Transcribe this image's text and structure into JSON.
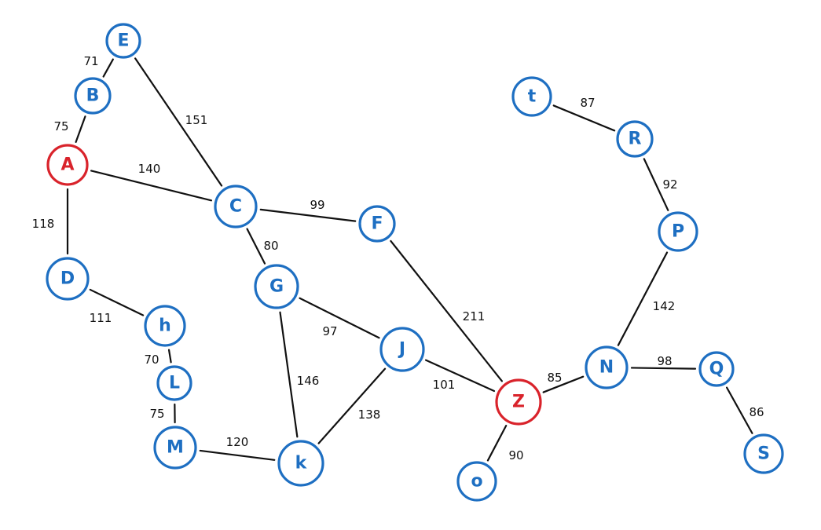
{
  "colors": {
    "default_node": "#1e6fc2",
    "highlight_node": "#d9232b",
    "edge": "#111111",
    "weight_text": "#111111"
  },
  "graph": {
    "nodes": [
      {
        "id": "E",
        "label": "E",
        "highlight": false
      },
      {
        "id": "B",
        "label": "B",
        "highlight": false
      },
      {
        "id": "A",
        "label": "A",
        "highlight": true
      },
      {
        "id": "D",
        "label": "D",
        "highlight": false
      },
      {
        "id": "C",
        "label": "C",
        "highlight": false
      },
      {
        "id": "F",
        "label": "F",
        "highlight": false
      },
      {
        "id": "G",
        "label": "G",
        "highlight": false
      },
      {
        "id": "H",
        "label": "h",
        "highlight": false
      },
      {
        "id": "L",
        "label": "L",
        "highlight": false
      },
      {
        "id": "M",
        "label": "M",
        "highlight": false
      },
      {
        "id": "K",
        "label": "k",
        "highlight": false
      },
      {
        "id": "J",
        "label": "J",
        "highlight": false
      },
      {
        "id": "Z",
        "label": "Z",
        "highlight": true
      },
      {
        "id": "O",
        "label": "o",
        "highlight": false
      },
      {
        "id": "N",
        "label": "N",
        "highlight": false
      },
      {
        "id": "Q",
        "label": "Q",
        "highlight": false
      },
      {
        "id": "S",
        "label": "S",
        "highlight": false
      },
      {
        "id": "P",
        "label": "P",
        "highlight": false
      },
      {
        "id": "R",
        "label": "R",
        "highlight": false
      },
      {
        "id": "T",
        "label": "t",
        "highlight": false
      }
    ],
    "edges": [
      {
        "from": "E",
        "to": "B",
        "weight": "71"
      },
      {
        "from": "B",
        "to": "A",
        "weight": "75"
      },
      {
        "from": "E",
        "to": "C",
        "weight": "151"
      },
      {
        "from": "A",
        "to": "C",
        "weight": "140"
      },
      {
        "from": "A",
        "to": "D",
        "weight": "118"
      },
      {
        "from": "D",
        "to": "H",
        "weight": "111"
      },
      {
        "from": "H",
        "to": "L",
        "weight": "70"
      },
      {
        "from": "L",
        "to": "M",
        "weight": "75"
      },
      {
        "from": "M",
        "to": "K",
        "weight": "120"
      },
      {
        "from": "C",
        "to": "F",
        "weight": "99"
      },
      {
        "from": "C",
        "to": "G",
        "weight": "80"
      },
      {
        "from": "G",
        "to": "J",
        "weight": "97"
      },
      {
        "from": "G",
        "to": "K",
        "weight": "146"
      },
      {
        "from": "K",
        "to": "J",
        "weight": "138"
      },
      {
        "from": "F",
        "to": "Z",
        "weight": "211"
      },
      {
        "from": "J",
        "to": "Z",
        "weight": "101"
      },
      {
        "from": "Z",
        "to": "O",
        "weight": "90"
      },
      {
        "from": "Z",
        "to": "N",
        "weight": "85"
      },
      {
        "from": "N",
        "to": "Q",
        "weight": "98"
      },
      {
        "from": "Q",
        "to": "S",
        "weight": "86"
      },
      {
        "from": "N",
        "to": "P",
        "weight": "142"
      },
      {
        "from": "P",
        "to": "R",
        "weight": "92"
      },
      {
        "from": "R",
        "to": "T",
        "weight": "87"
      }
    ]
  }
}
